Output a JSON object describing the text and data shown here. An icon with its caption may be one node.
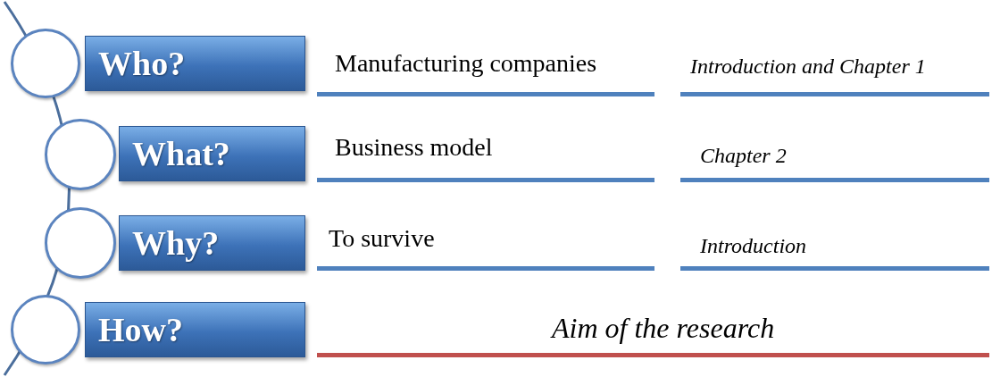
{
  "diagram": {
    "nodes": [
      {
        "text": [],
        "shape": "circle"
      },
      {
        "text": [
          "Who?"
        ]
      },
      {
        "text": [],
        "shape": "circle"
      },
      {
        "text": [
          "What?"
        ]
      },
      {
        "text": [],
        "shape": "circle"
      },
      {
        "text": [
          "Why?"
        ]
      },
      {
        "text": [],
        "shape": "circle"
      },
      {
        "text": [
          "How?"
        ]
      }
    ],
    "edges": [],
    "labels": [
      "Manufacturing companies",
      "Introduction and Chapter 1",
      "Business model",
      "Chapter 2",
      "To survive",
      "Introduction",
      "Aim of the research"
    ]
  }
}
